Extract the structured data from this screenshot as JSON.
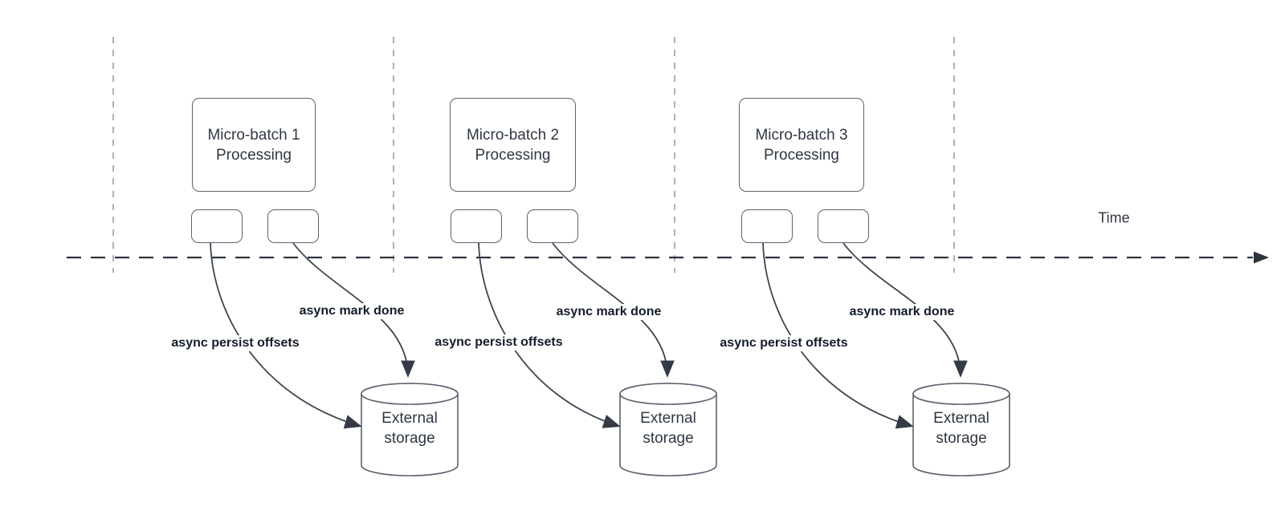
{
  "timeline": {
    "label": "Time"
  },
  "sections": [
    {
      "box_line1": "Micro-batch 1",
      "box_line2": "Processing",
      "persist_label": "async persist offsets",
      "mark_done_label": "async mark done",
      "storage_line1": "External",
      "storage_line2": "storage"
    },
    {
      "box_line1": "Micro-batch 2",
      "box_line2": "Processing",
      "persist_label": "async persist offsets",
      "mark_done_label": "async mark done",
      "storage_line1": "External",
      "storage_line2": "storage"
    },
    {
      "box_line1": "Micro-batch 3",
      "box_line2": "Processing",
      "persist_label": "async persist offsets",
      "mark_done_label": "async mark done",
      "storage_line1": "External",
      "storage_line2": "storage"
    }
  ],
  "colors": {
    "background": "#ffffff",
    "shape_stroke": "#5a626e",
    "curve_stroke": "#3e4551",
    "arrowhead_fill": "#343b46",
    "timeline_stroke": "#2c333d",
    "guide_stroke": "#a2a2a2",
    "box_text": "#303845",
    "label_text": "#131c2b"
  }
}
